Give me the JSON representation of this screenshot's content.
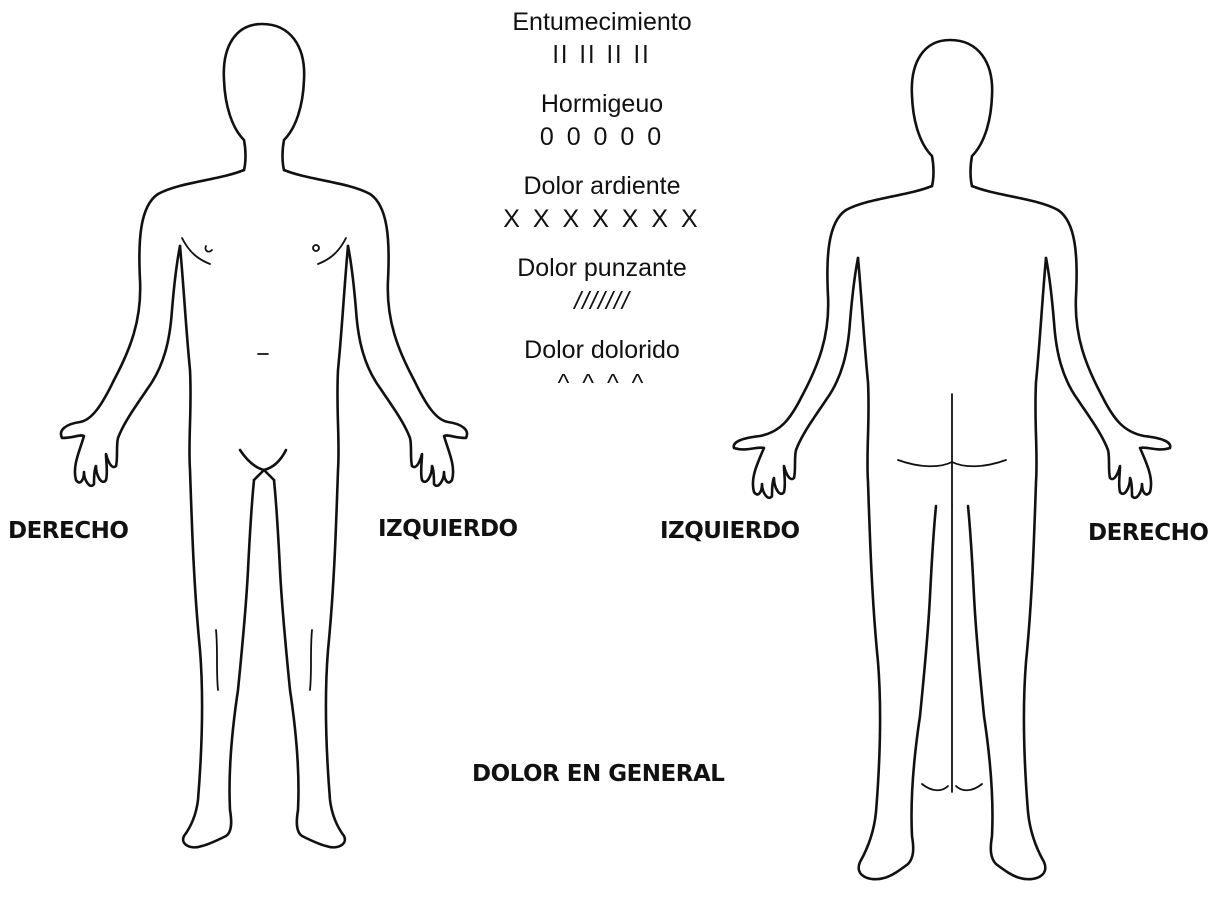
{
  "legend": {
    "items": [
      {
        "label": "Entumecimiento",
        "symbol": "ll ll ll ll"
      },
      {
        "label": "Hormigeuo",
        "symbol": "0 0 0 0 0"
      },
      {
        "label": "Dolor ardiente",
        "symbol": "X X X X X X X"
      },
      {
        "label": "Dolor punzante",
        "symbol": "///////"
      },
      {
        "label": "Dolor dolorido",
        "symbol": "^ ^ ^ ^"
      }
    ]
  },
  "front_figure": {
    "left_label": "DERECHO",
    "right_label": "IZQUIERDO"
  },
  "back_figure": {
    "left_label": "IZQUIERDO",
    "right_label": "DERECHO"
  },
  "footer": {
    "title": "DOLOR EN GENERAL"
  }
}
